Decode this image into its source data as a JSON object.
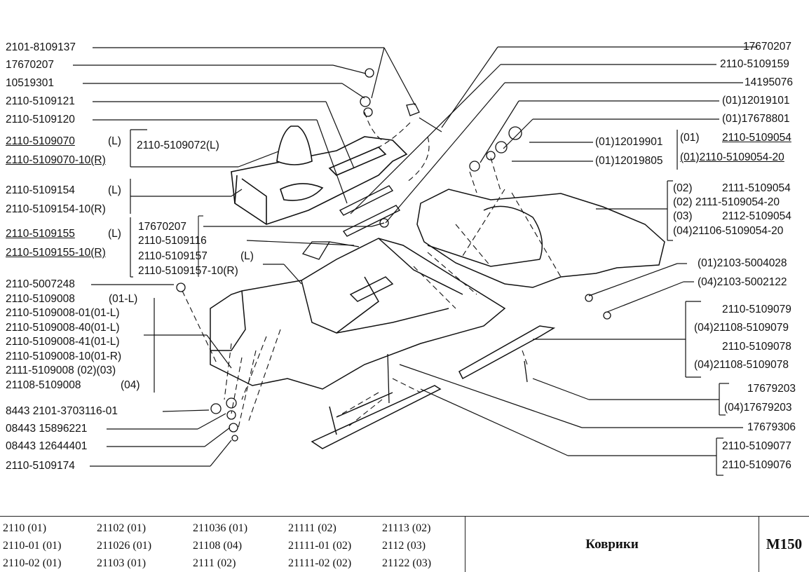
{
  "left_labels": [
    {
      "id": "l1",
      "text": "2101-8109137"
    },
    {
      "id": "l2",
      "text": "17670207"
    },
    {
      "id": "l3",
      "text": "10519301"
    },
    {
      "id": "l4",
      "text": "2110-5109121"
    },
    {
      "id": "l5",
      "text": "2110-5109120"
    },
    {
      "id": "l6",
      "text": "2110-5109070"
    },
    {
      "id": "l6b",
      "text": "(L)"
    },
    {
      "id": "l7",
      "text": "2110-5109070-10(R)"
    },
    {
      "id": "l8",
      "text": "2110-5109072(L)"
    },
    {
      "id": "l9",
      "text": "2110-5109154"
    },
    {
      "id": "l9b",
      "text": "(L)"
    },
    {
      "id": "l10",
      "text": "2110-5109154-10(R)"
    },
    {
      "id": "l11",
      "text": "2110-5109155"
    },
    {
      "id": "l11b",
      "text": "(L)"
    },
    {
      "id": "l12",
      "text": "2110-5109155-10(R)"
    },
    {
      "id": "l13",
      "text": "17670207"
    },
    {
      "id": "l14",
      "text": "2110-5109116"
    },
    {
      "id": "l15",
      "text": "2110-5109157"
    },
    {
      "id": "l15b",
      "text": "(L)"
    },
    {
      "id": "l16",
      "text": "2110-5109157-10(R)"
    },
    {
      "id": "l17",
      "text": "2110-5007248"
    },
    {
      "id": "l18",
      "text": "2110-5109008"
    },
    {
      "id": "l18b",
      "text": "(01-L)"
    },
    {
      "id": "l19",
      "text": "2110-5109008-01(01-L)"
    },
    {
      "id": "l20",
      "text": "2110-5109008-40(01-L)"
    },
    {
      "id": "l21",
      "text": "2110-5109008-41(01-L)"
    },
    {
      "id": "l22",
      "text": "2110-5109008-10(01-R)"
    },
    {
      "id": "l23",
      "text": "2111-5109008  (02)(03)"
    },
    {
      "id": "l24",
      "text": "21108-5109008"
    },
    {
      "id": "l24b",
      "text": "(04)"
    },
    {
      "id": "l25",
      "text": "8443  2101-3703116-01"
    },
    {
      "id": "l26",
      "text": "08443  15896221"
    },
    {
      "id": "l27",
      "text": "08443  12644401"
    },
    {
      "id": "l28",
      "text": "2110-5109174"
    }
  ],
  "right_labels": [
    {
      "id": "r1",
      "text": "17670207"
    },
    {
      "id": "r2",
      "text": "2110-5109159"
    },
    {
      "id": "r3",
      "text": "14195076"
    },
    {
      "id": "r4",
      "text": "(01)12019101"
    },
    {
      "id": "r5",
      "text": "(01)17678801"
    },
    {
      "id": "r6",
      "text": "(01)12019901"
    },
    {
      "id": "r7",
      "text": "(01)"
    },
    {
      "id": "r8",
      "text": "2110-5109054"
    },
    {
      "id": "r9",
      "text": "(01)12019805"
    },
    {
      "id": "r10",
      "text": "(01)2110-5109054-20"
    },
    {
      "id": "r11",
      "text": "(02)"
    },
    {
      "id": "r11b",
      "text": "2111-5109054"
    },
    {
      "id": "r12",
      "text": "(02)  2111-5109054-20"
    },
    {
      "id": "r13",
      "text": "(03)"
    },
    {
      "id": "r13b",
      "text": "2112-5109054"
    },
    {
      "id": "r14",
      "text": "(04)21106-5109054-20"
    },
    {
      "id": "r15",
      "text": "(01)2103-5004028"
    },
    {
      "id": "r16",
      "text": "(04)2103-5002122"
    },
    {
      "id": "r17",
      "text": "2110-5109079"
    },
    {
      "id": "r18",
      "text": "(04)21108-5109079"
    },
    {
      "id": "r19",
      "text": "2110-5109078"
    },
    {
      "id": "r20",
      "text": "(04)21108-5109078"
    },
    {
      "id": "r21",
      "text": "17679203"
    },
    {
      "id": "r22",
      "text": "(04)17679203"
    },
    {
      "id": "r23",
      "text": "17679306"
    },
    {
      "id": "r24",
      "text": "2110-5109077"
    },
    {
      "id": "r25",
      "text": "2110-5109076"
    }
  ],
  "footer": {
    "models": [
      [
        "2110 (01)",
        "2110-01 (01)",
        "2110-02 (01)"
      ],
      [
        "21102 (01)",
        "211026 (01)",
        "21103 (01)"
      ],
      [
        "211036 (01)",
        "21108 (04)",
        "2111 (02)"
      ],
      [
        "21111 (02)",
        "21111-01 (02)",
        "21111-02 (02)"
      ],
      [
        "21113 (02)",
        "2112 (03)",
        "21122 (03)"
      ]
    ],
    "title": "Коврики",
    "code": "M150"
  }
}
